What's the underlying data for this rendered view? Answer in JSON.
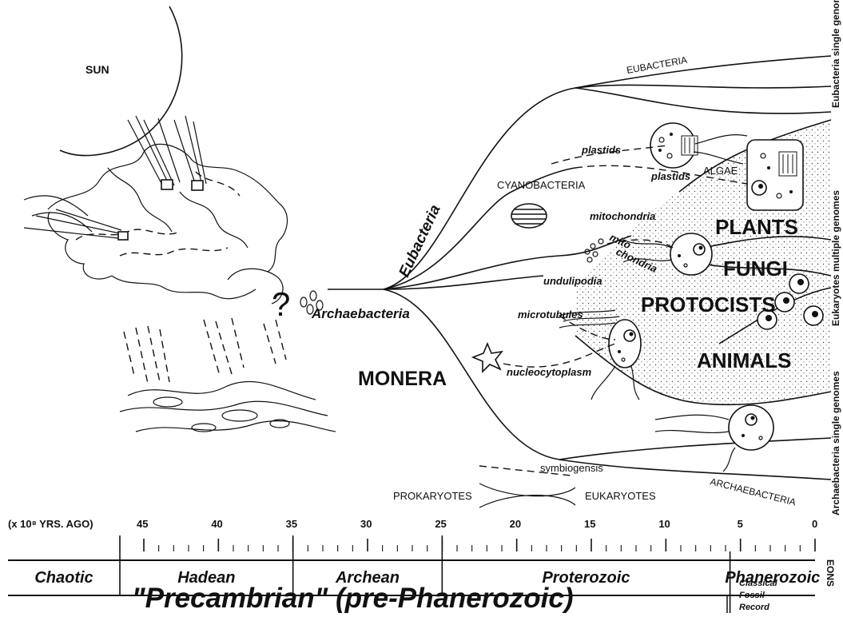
{
  "labels": {
    "sun": "SUN",
    "eubacteria_top": "EUBACTERIA",
    "eubacteria_single": "Eubacteria single genomes",
    "plastids_1": "plastids",
    "plastids_2": "plastids",
    "algae": "ALGAE",
    "cyanobacteria": "CYANOBACTERIA",
    "mitochondria": "mitochondria",
    "mito": "mito",
    "chondria": "chondria",
    "plants": "PLANTS",
    "fungi": "FUNGI",
    "protocists": "PROTOCISTS",
    "animals": "ANIMALS",
    "eukaryotes_multiple": "Eukaryotes multiple genomes",
    "eubacteria_branch": "Eubacteria",
    "undulipodia": "undulipodia",
    "microtubules": "microtubules",
    "question": "?",
    "archaebacteria_branch": "Archaebacteria",
    "monera": "MONERA",
    "nucleocytoplasm": "nucleocytoplasm",
    "symbiogenesis": "symbiogensis",
    "prokaryotes": "PROKARYOTES",
    "eukaryotes": "EUKARYOTES",
    "archaebacteria_bottom": "ARCHAEBACTERIA",
    "archaebacteria_single": "Archaebacteria single genomes",
    "axis_unit": "(x 10⁸ YRS. AGO)",
    "eons_side": "EONS",
    "precambrian": "\"Precambrian\" (pre-Phanerozoic)",
    "fossil_record": [
      "Classical",
      "Fossil",
      "Record"
    ]
  },
  "timeline": {
    "ticks": [
      "45",
      "40",
      "35",
      "30",
      "25",
      "20",
      "15",
      "10",
      "5",
      "0"
    ],
    "eons": [
      {
        "name": "Chaotic"
      },
      {
        "name": "Hadean"
      },
      {
        "name": "Archean"
      },
      {
        "name": "Proterozoic"
      },
      {
        "name": "Phanerozoic"
      }
    ]
  }
}
